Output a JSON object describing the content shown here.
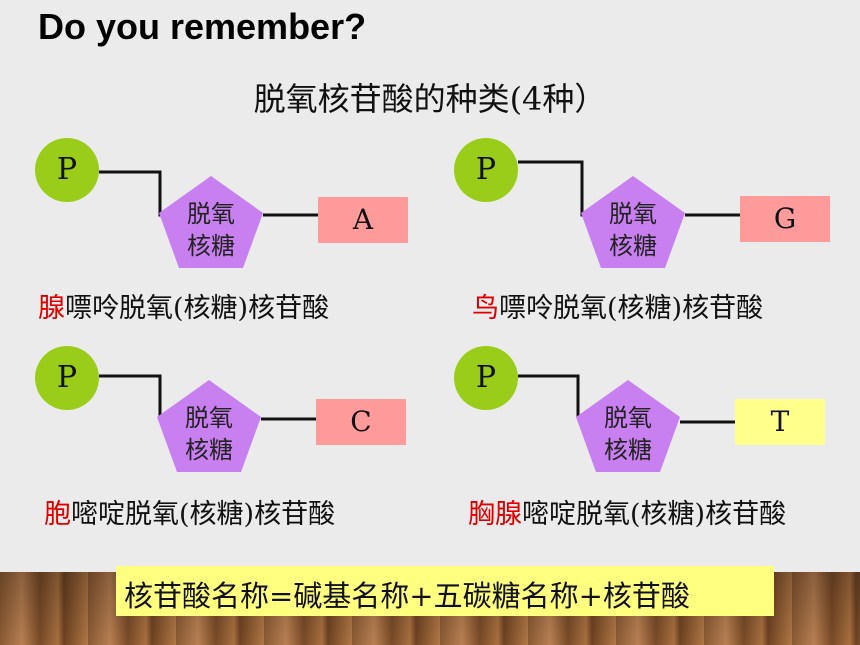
{
  "title": "Do you remember?",
  "subtitle": "脱氧核苷酸的种类(4种）",
  "colors": {
    "phosphate": "#9acd1a",
    "sugar": "#c87ff0",
    "base_pink": "#ff9a9a",
    "base_yellow": "#ffff8c",
    "highlight": "#e00000"
  },
  "diagrams": [
    {
      "phosphate": "P",
      "sugar_line1": "脱氧",
      "sugar_line2": "核糖",
      "base": "A",
      "base_color": "#ff9a9a",
      "caption_highlight": "腺",
      "caption_rest": "嘌呤脱氧(核糖)核苷酸"
    },
    {
      "phosphate": "P",
      "sugar_line1": "脱氧",
      "sugar_line2": "核糖",
      "base": "G",
      "base_color": "#ff9a9a",
      "caption_highlight": "鸟",
      "caption_rest": "嘌呤脱氧(核糖)核苷酸"
    },
    {
      "phosphate": "P",
      "sugar_line1": "脱氧",
      "sugar_line2": "核糖",
      "base": "C",
      "base_color": "#ff9a9a",
      "caption_highlight": "胞",
      "caption_rest": "嘧啶脱氧(核糖)核苷酸"
    },
    {
      "phosphate": "P",
      "sugar_line1": "脱氧",
      "sugar_line2": "核糖",
      "base": "T",
      "base_color": "#ffff8c",
      "caption_highlight": "胸腺",
      "caption_rest": "嘧啶脱氧(核糖)核苷酸"
    }
  ],
  "formula": "核苷酸名称=碱基名称+五碳糖名称+核苷酸"
}
